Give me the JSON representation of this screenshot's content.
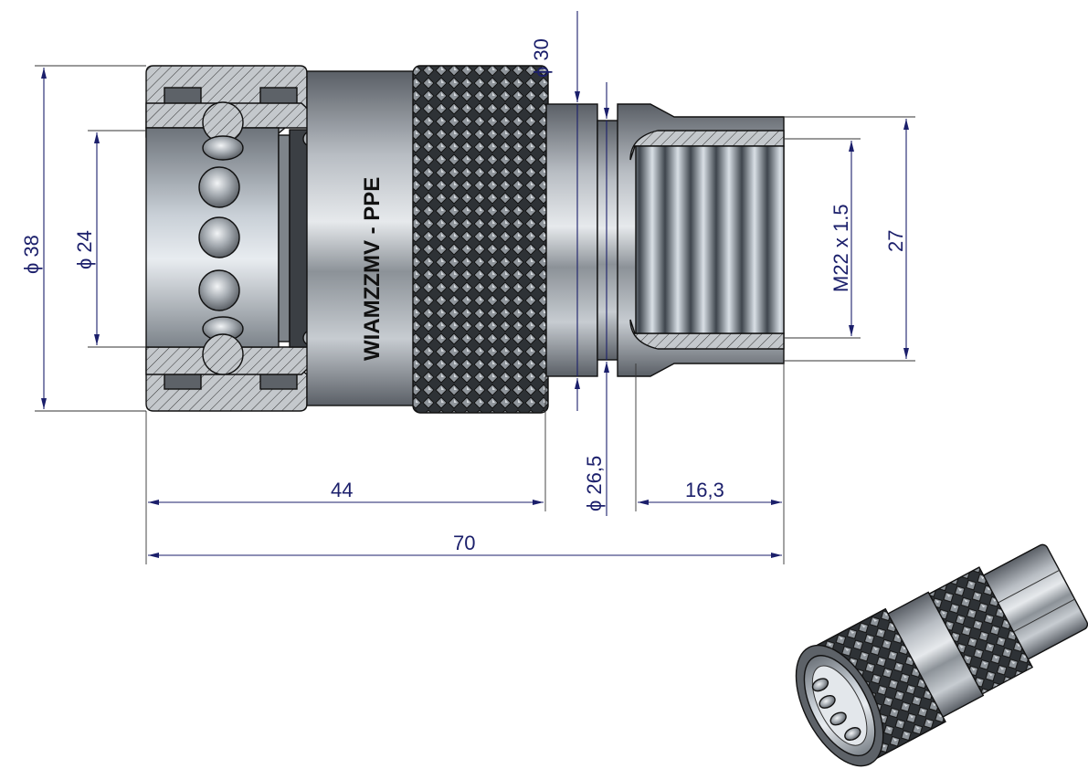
{
  "drawing": {
    "title": "Quick coupling socket – dimensional drawing",
    "engraving": "WIAMZZMV - PPE",
    "colors": {
      "dimension": "#1b1f6b",
      "steel_light": "#d9dde2",
      "steel_mid": "#9aa0a6",
      "steel_dark": "#4a4f55",
      "section_fill": "#c4c8cc"
    },
    "dimensions": {
      "outer_diameter": "ϕ 38",
      "bore_diameter": "ϕ 24",
      "collar_diameter": "ϕ 30",
      "groove_diameter": "ϕ 26,5",
      "thread": "M22 x 1.5",
      "hex_across_flats": "27",
      "body_length": "44",
      "thread_length": "16,3",
      "overall_length": "70"
    }
  }
}
